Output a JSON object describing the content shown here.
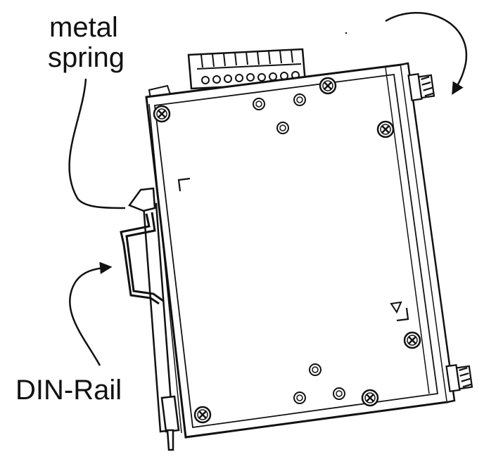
{
  "labels": {
    "spring_line1": "metal",
    "spring_line2": "spring",
    "rail": "DIN-Rail"
  },
  "colors": {
    "ink": "#111111",
    "background": "#ffffff"
  },
  "icons": {
    "rotate_arrow": "curved-rotate-arrow-icon",
    "pointer_arrow": "curved-pointer-arrow-icon",
    "screw": "phillips-screw-icon",
    "antenna": "antenna-connector-icon"
  }
}
